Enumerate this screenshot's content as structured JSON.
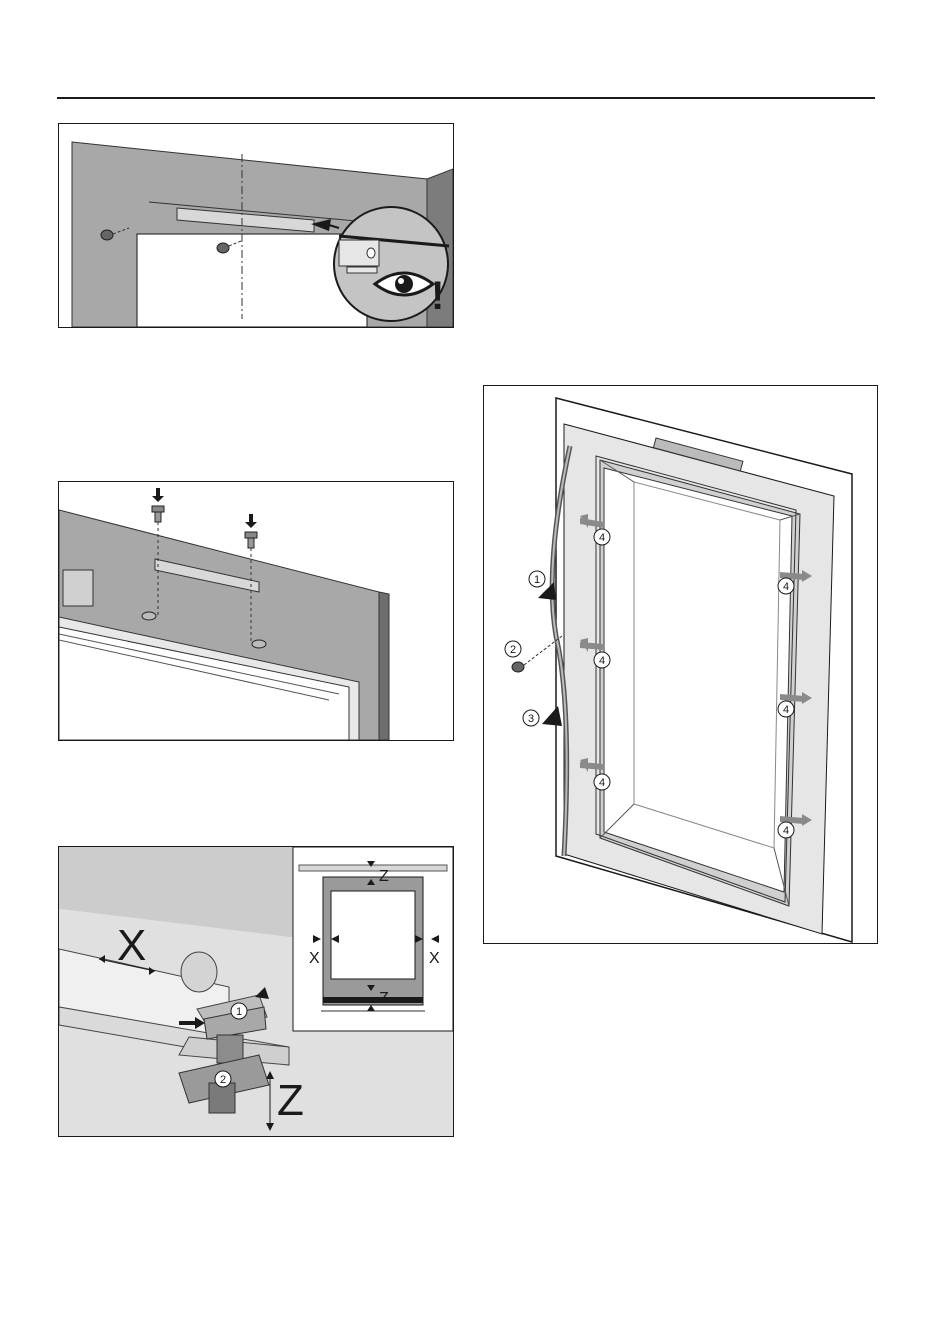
{
  "figures": {
    "fig1": {
      "callouts": {
        "alert": "!"
      }
    },
    "fig4": {
      "callouts": {
        "c1": "1",
        "c2": "2",
        "c3": "3",
        "c4": "4"
      }
    },
    "fig3": {
      "labels": {
        "x_main": "X",
        "z_main": "Z",
        "c1": "1",
        "c2": "2"
      },
      "inset": {
        "z_top": "Z",
        "z_bottom": "Z",
        "x_left": "X",
        "x_right": "X"
      }
    }
  }
}
